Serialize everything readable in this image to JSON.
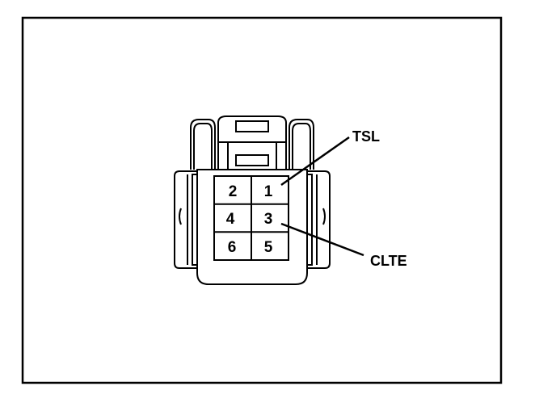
{
  "diagram": {
    "pins": [
      {
        "id": "pin-2",
        "label": "2"
      },
      {
        "id": "pin-1",
        "label": "1"
      },
      {
        "id": "pin-4",
        "label": "4"
      },
      {
        "id": "pin-3",
        "label": "3"
      },
      {
        "id": "pin-6",
        "label": "6"
      },
      {
        "id": "pin-5",
        "label": "5"
      }
    ],
    "callouts": {
      "tsl": "TSL",
      "clte": "CLTE"
    }
  }
}
